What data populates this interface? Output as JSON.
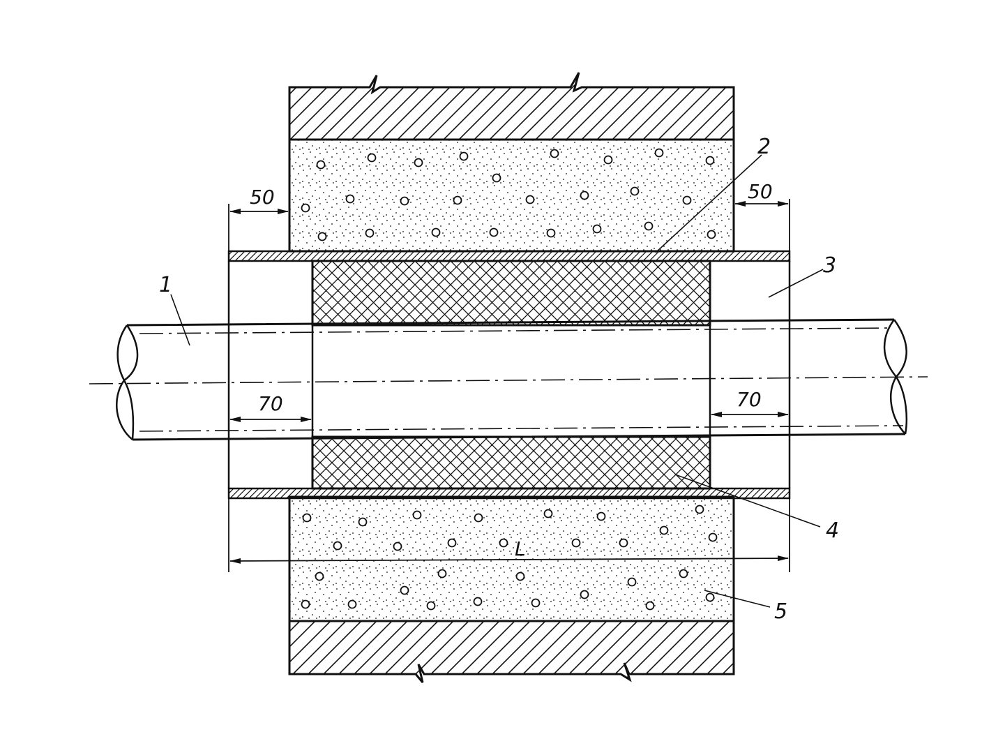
{
  "dimensions": {
    "clearance_top_left": "50",
    "clearance_top_right": "50",
    "insert_left": "70",
    "insert_right": "70",
    "sleeve_length": "L"
  },
  "callouts": {
    "label_1": "1",
    "label_2": "2",
    "label_3": "3",
    "label_4": "4",
    "label_5": "5"
  },
  "colors": {
    "ink": "#111111",
    "paper": "#ffffff"
  }
}
